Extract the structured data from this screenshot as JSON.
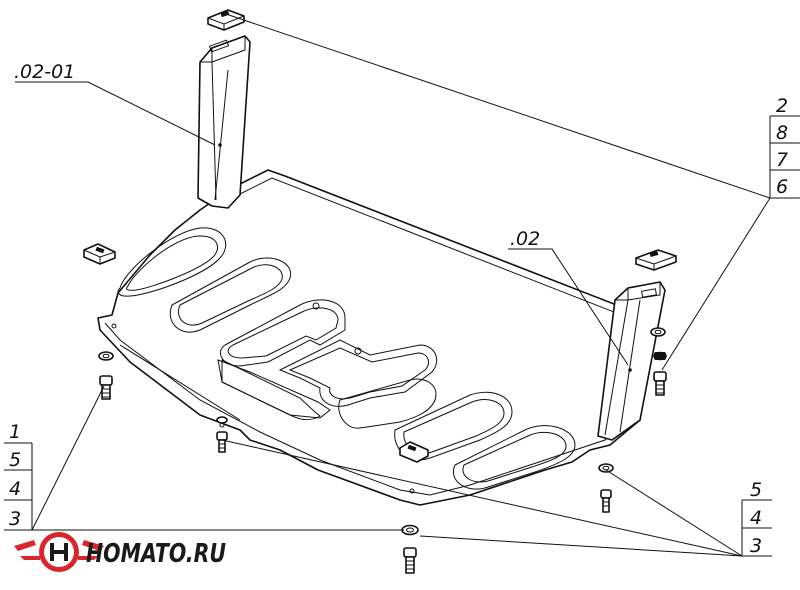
{
  "callouts": {
    "part_top_left": ".02-01",
    "part_center": ".02",
    "stack_right_top": [
      "2",
      "8",
      "7",
      "6"
    ],
    "stack_left": [
      "1",
      "5",
      "4",
      "3"
    ],
    "stack_right_bottom": [
      "5",
      "4",
      "3"
    ]
  },
  "logo": {
    "text": "HOMATO.RU",
    "colors": {
      "red": "#d8262c",
      "dark": "#1a1a1a"
    }
  }
}
